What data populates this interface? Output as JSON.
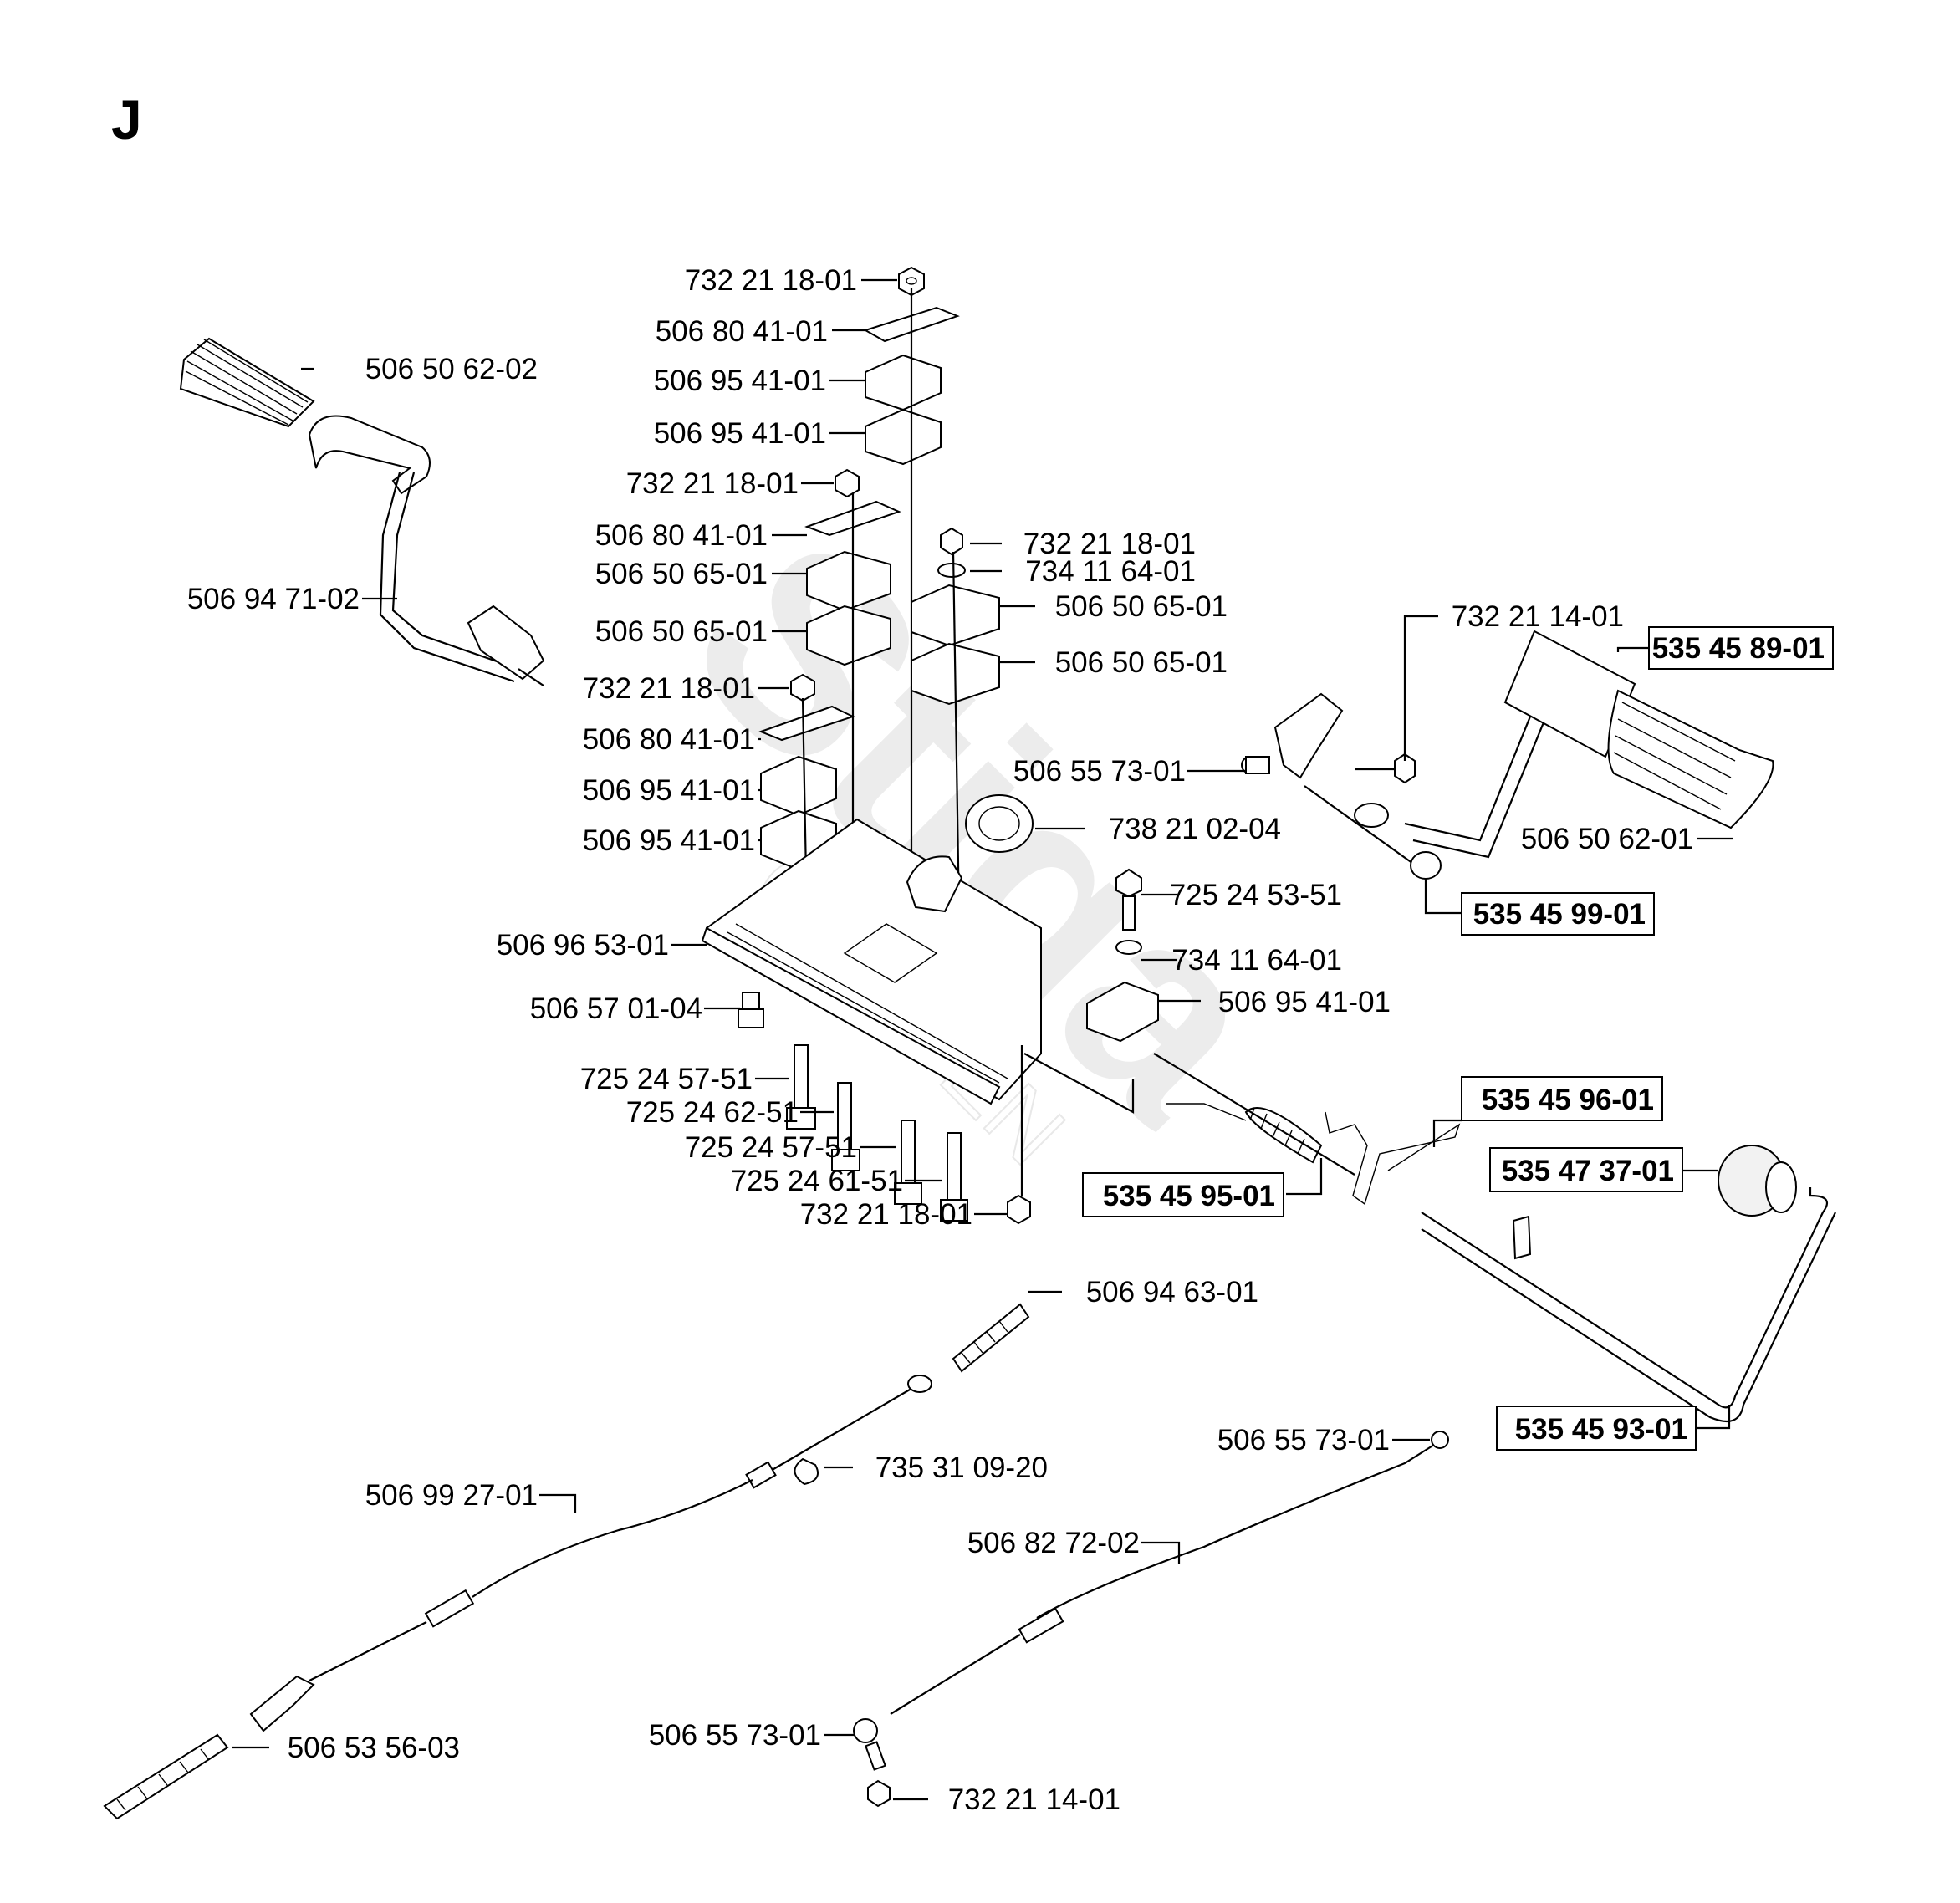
{
  "section_letter": "J",
  "watermark": {
    "main": "Stiga",
    "sub": "GARDEN"
  },
  "labels": [
    {
      "id": "l01",
      "text": "732 21 18-01",
      "bold": false
    },
    {
      "id": "l02",
      "text": "506 80 41-01",
      "bold": false
    },
    {
      "id": "l03",
      "text": "506 95 41-01",
      "bold": false
    },
    {
      "id": "l04",
      "text": "506 95 41-01",
      "bold": false
    },
    {
      "id": "l05",
      "text": "506 50 62-02",
      "bold": false
    },
    {
      "id": "l06",
      "text": "732 21 18-01",
      "bold": false
    },
    {
      "id": "l07",
      "text": "506 80 41-01",
      "bold": false
    },
    {
      "id": "l08",
      "text": "506 50 65-01",
      "bold": false
    },
    {
      "id": "l09",
      "text": "506 94 71-02",
      "bold": false
    },
    {
      "id": "l10",
      "text": "506 50 65-01",
      "bold": false
    },
    {
      "id": "l11",
      "text": "732 21 18-01",
      "bold": false
    },
    {
      "id": "l12",
      "text": "734 11 64-01",
      "bold": false
    },
    {
      "id": "l13",
      "text": "506 50 65-01",
      "bold": false
    },
    {
      "id": "l14",
      "text": "506 50 65-01",
      "bold": false
    },
    {
      "id": "l15",
      "text": "732 21 14-01",
      "bold": false
    },
    {
      "id": "l16",
      "text": "535 45 89-01",
      "bold": true
    },
    {
      "id": "l17",
      "text": "732 21 18-01",
      "bold": false
    },
    {
      "id": "l18",
      "text": "506 80 41-01",
      "bold": false
    },
    {
      "id": "l19",
      "text": "506 55 73-01",
      "bold": false
    },
    {
      "id": "l20",
      "text": "506 95 41-01",
      "bold": false
    },
    {
      "id": "l21",
      "text": "738 21 02-04",
      "bold": false
    },
    {
      "id": "l22",
      "text": "506 95 41-01",
      "bold": false
    },
    {
      "id": "l23",
      "text": "506 50 62-01",
      "bold": false
    },
    {
      "id": "l24",
      "text": "725 24 53-51",
      "bold": false
    },
    {
      "id": "l25",
      "text": "535 45 99-01",
      "bold": true
    },
    {
      "id": "l26",
      "text": "506 96 53-01",
      "bold": false
    },
    {
      "id": "l27",
      "text": "734 11 64-01",
      "bold": false
    },
    {
      "id": "l28",
      "text": "506 57 01-04",
      "bold": false
    },
    {
      "id": "l29",
      "text": "506 95 41-01",
      "bold": false
    },
    {
      "id": "l30",
      "text": "725 24 57-51",
      "bold": false
    },
    {
      "id": "l31",
      "text": "725 24 62-51",
      "bold": false
    },
    {
      "id": "l32",
      "text": "535 45 96-01",
      "bold": true
    },
    {
      "id": "l33",
      "text": "725 24 57-51",
      "bold": false
    },
    {
      "id": "l34",
      "text": "535 47 37-01",
      "bold": true
    },
    {
      "id": "l35",
      "text": "725 24 61-51",
      "bold": false
    },
    {
      "id": "l36",
      "text": "535 45 95-01",
      "bold": true
    },
    {
      "id": "l37",
      "text": "732 21 18-01",
      "bold": false
    },
    {
      "id": "l38",
      "text": "506 94 63-01",
      "bold": false
    },
    {
      "id": "l39",
      "text": "535 45 93-01",
      "bold": true
    },
    {
      "id": "l40",
      "text": "506 55 73-01",
      "bold": false
    },
    {
      "id": "l41",
      "text": "735 31 09-20",
      "bold": false
    },
    {
      "id": "l42",
      "text": "506 99 27-01",
      "bold": false
    },
    {
      "id": "l43",
      "text": "506 82 72-02",
      "bold": false
    },
    {
      "id": "l44",
      "text": "506 55 73-01",
      "bold": false
    },
    {
      "id": "l45",
      "text": "506 53 56-03",
      "bold": false
    },
    {
      "id": "l46",
      "text": "732 21 14-01",
      "bold": false
    }
  ]
}
